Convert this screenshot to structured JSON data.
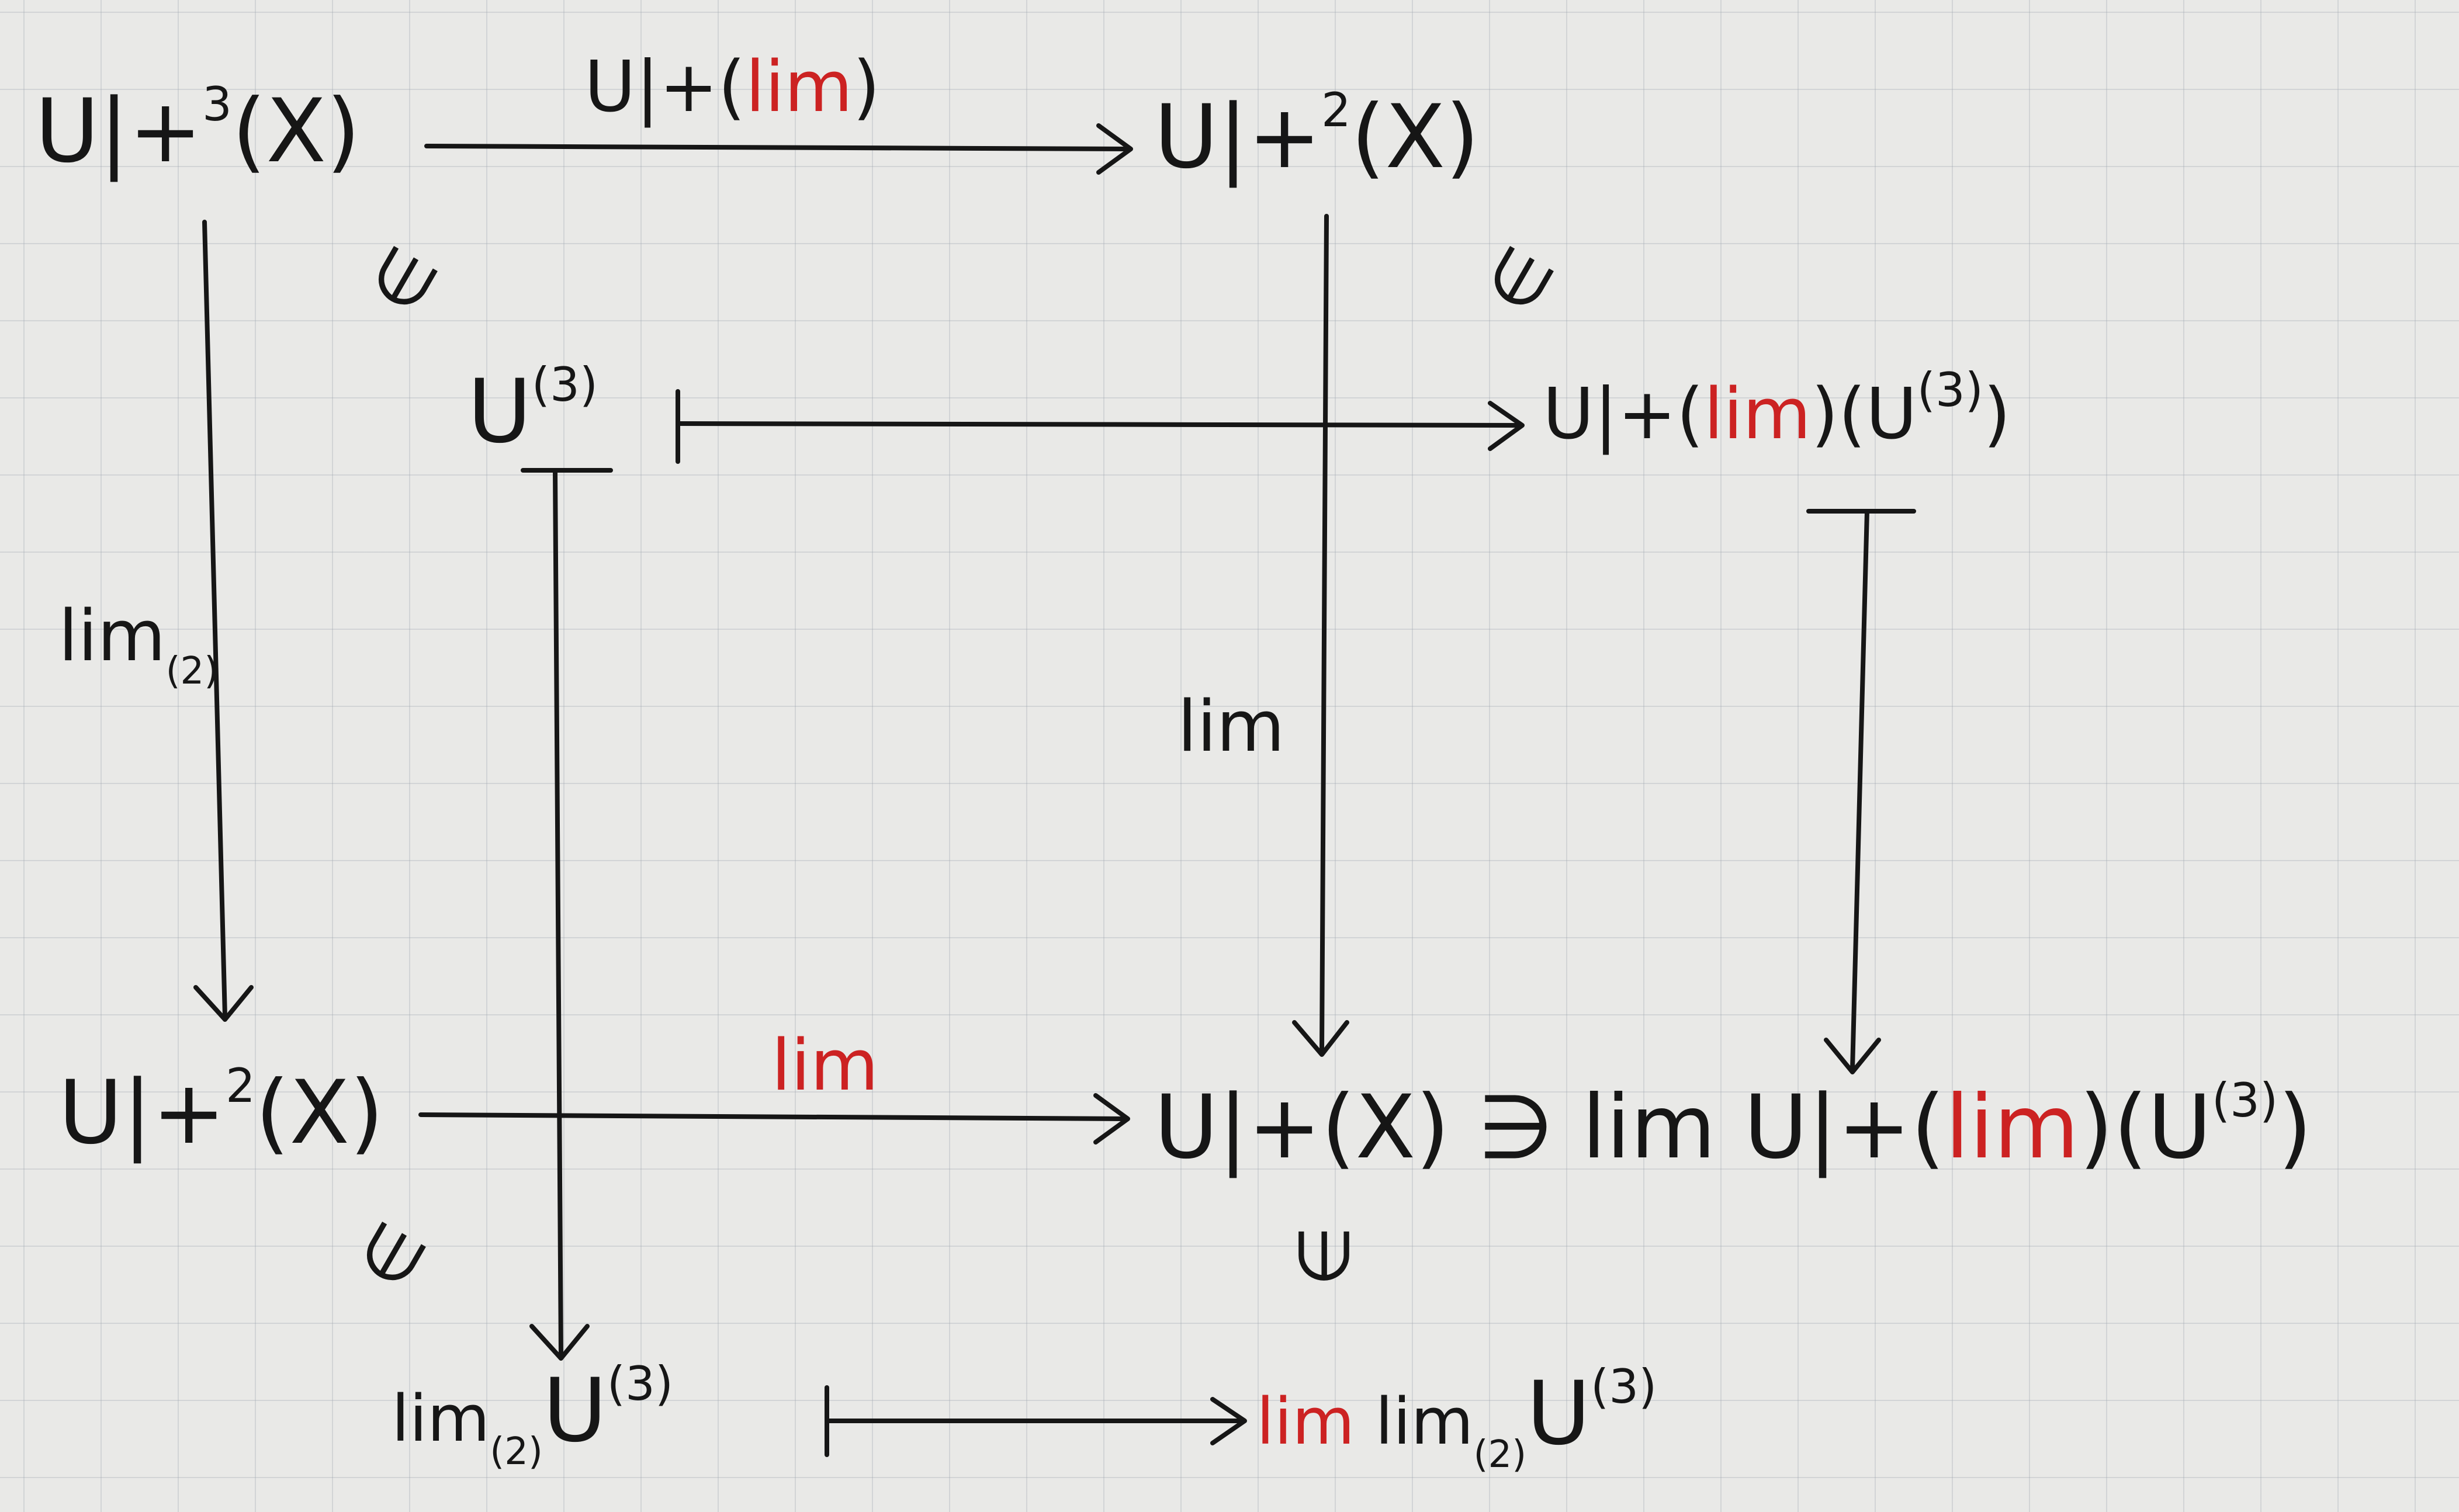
{
  "nodes": {
    "top_left": {
      "base": "U|+",
      "sup": "3",
      "arg": "(X)"
    },
    "top_right": {
      "base": "U|+",
      "sup": "2",
      "arg": "(X)"
    },
    "inner_top_left": {
      "base": "U",
      "sup": "(3)"
    },
    "inner_top_right": {
      "pre": "U|+(",
      "red": "lim",
      "post": ")(U",
      "sup": "(3)",
      "close": ")"
    },
    "bottom_left": {
      "base": "U|+",
      "sup": "2",
      "arg": "(X)"
    },
    "bottom_right": {
      "text": "U|+(X) ∋ lim U|+(",
      "red": "lim",
      "post": ")(U",
      "sup": "(3)",
      "close": ")"
    },
    "inner_bottom_left": {
      "lim": "lim",
      "sub": "(2)",
      "base": "U",
      "sup": "(3)"
    },
    "inner_bottom_right": {
      "red": "lim",
      "lim": "lim",
      "sub": "(2)",
      "base": "U",
      "sup": "(3)"
    }
  },
  "arrow_labels": {
    "top": {
      "pre": "U|+(",
      "red": "lim",
      "post": ")"
    },
    "left": {
      "lim": "lim",
      "sub": "(2)"
    },
    "middle_vertical": "lim",
    "bottom": "lim"
  },
  "membership_symbols": [
    "∈",
    "∈",
    "∈",
    "∈"
  ],
  "colors": {
    "ink": "#161616",
    "accent": "#cc2222",
    "paper": "#e9e9e7"
  }
}
